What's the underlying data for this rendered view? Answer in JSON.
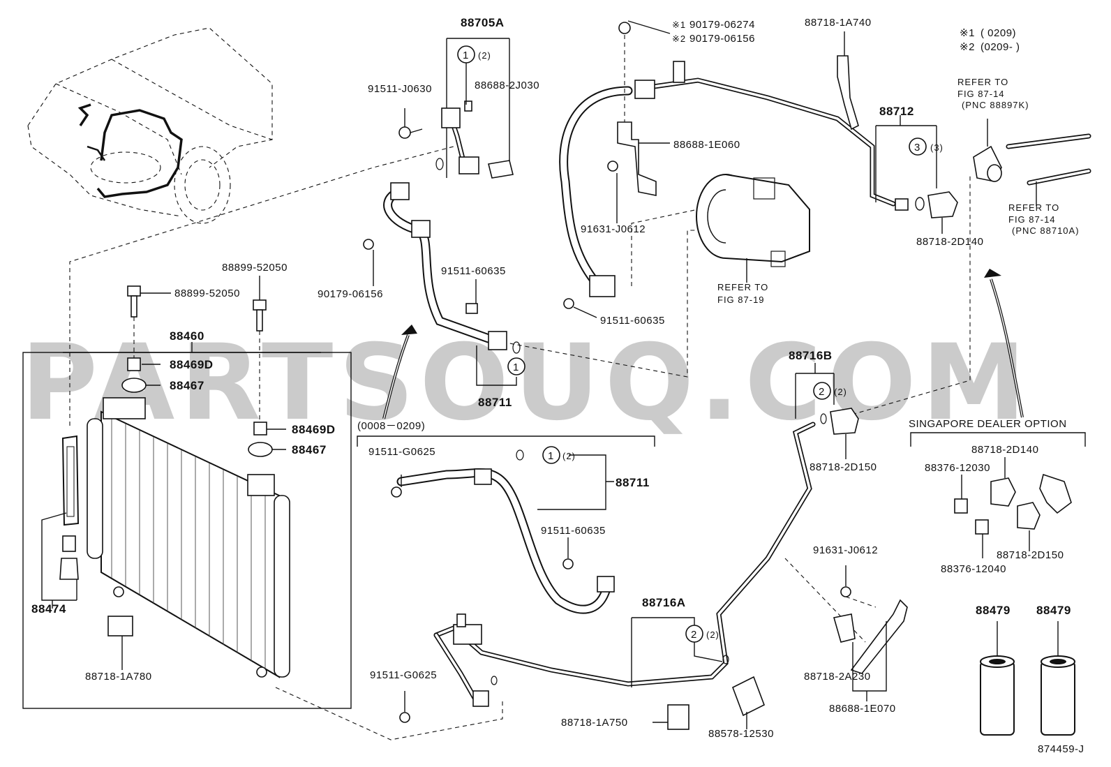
{
  "figure_ref": "874459-J",
  "watermark": "PARTSOUQ.COM",
  "legend": {
    "note1_mark": "※1",
    "note1_range": "( 0209)",
    "note2_mark": "※2",
    "note2_range": "(0209- )"
  },
  "notes": {
    "date_range": "(0008－0209)",
    "dealer_option": "SINGAPORE DEALER OPTION"
  },
  "refs": {
    "fig_87_14_a": [
      "REFER TO",
      "FIG 87-14",
      "(PNC 88897K)"
    ],
    "fig_87_14_b": [
      "REFER TO",
      "FIG 87-14",
      "(PNC 88710A)"
    ],
    "fig_87_19": [
      "REFER TO",
      "FIG 87-19"
    ]
  },
  "callouts": {
    "c1a_num": "1",
    "c1a_qty": "(2)",
    "c1b_num": "1",
    "c1c_num": "1",
    "c1c_qty": "(2)",
    "c2a_num": "2",
    "c2a_qty": "(2)",
    "c2b_num": "2",
    "c2b_qty": "(2)",
    "c3_num": "3",
    "c3_qty": "(3)"
  },
  "parts": {
    "p88705A": "88705A",
    "p91511_J0630": "91511-J0630",
    "p88688_2J030": "88688-2J030",
    "p90179_06156_a": "90179-06156",
    "p91511_60635_a": "91511-60635",
    "p88711_a": "88711",
    "p90179_06274": "90179-06274",
    "p90179_06156_b": "90179-06156",
    "p88688_1E060": "88688-1E060",
    "p91631_J0612_a": "91631-J0612",
    "p91511_60635_b": "91511-60635",
    "p88718_1A740": "88718-1A740",
    "p88712": "88712",
    "p88718_2D140_a": "88718-2D140",
    "p88899_52050_a": "88899-52050",
    "p88899_52050_b": "88899-52050",
    "p88460": "88460",
    "p88469D_a": "88469D",
    "p88467_a": "88467",
    "p88469D_b": "88469D",
    "p88467_b": "88467",
    "p88474": "88474",
    "p88718_1A780": "88718-1A780",
    "p91511_G0625_a": "91511-G0625",
    "p88711_b": "88711",
    "p91511_60635_c": "91511-60635",
    "p91511_G0625_b": "91511-G0625",
    "p88716A": "88716A",
    "p88718_1A750": "88718-1A750",
    "p88578_12530": "88578-12530",
    "p88716B": "88716B",
    "p88718_2D150_a": "88718-2D150",
    "p91631_J0612_b": "91631-J0612",
    "p88718_2A230": "88718-2A230",
    "p88688_1E070": "88688-1E070",
    "p88718_2D140_b": "88718-2D140",
    "p88376_12030": "88376-12030",
    "p88376_12040": "88376-12040",
    "p88718_2D150_b": "88718-2D150",
    "p88479_a": "88479",
    "p88479_b": "88479"
  }
}
